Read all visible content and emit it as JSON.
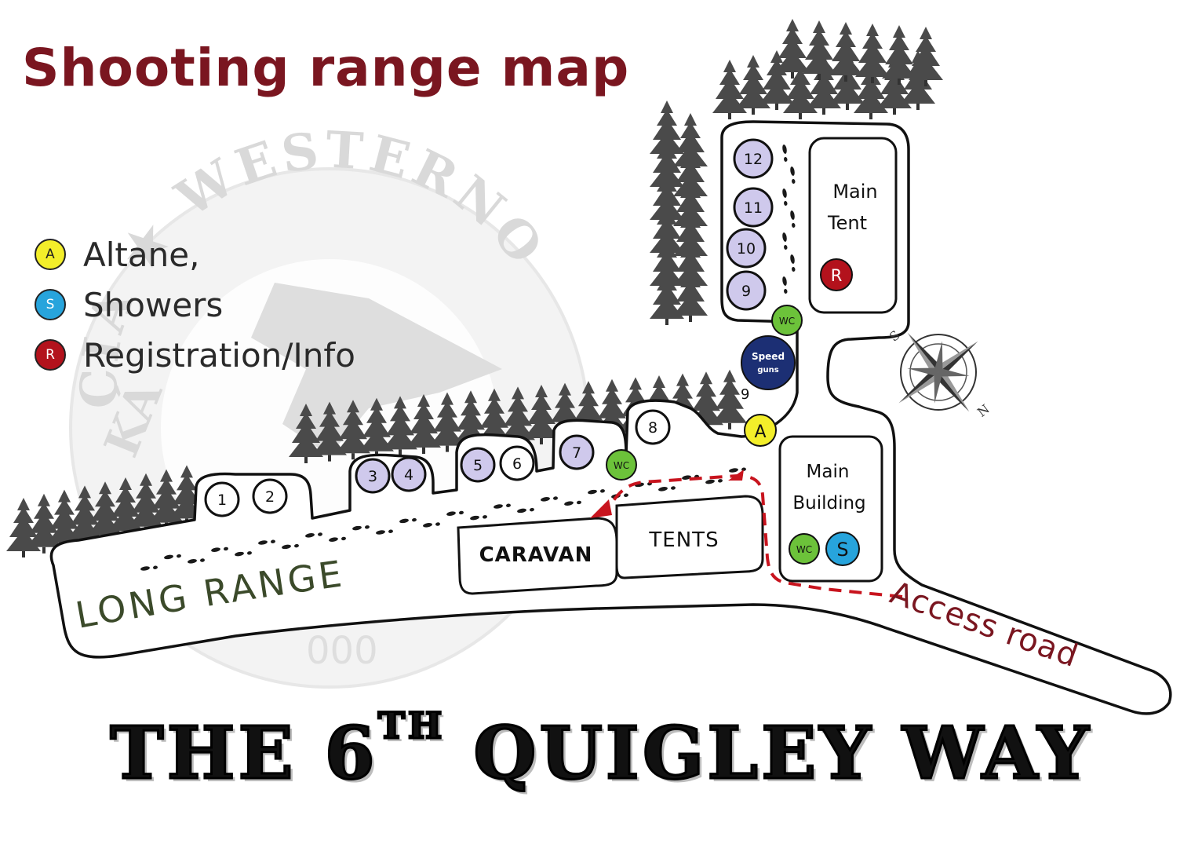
{
  "title": "Shooting range map",
  "legend": [
    {
      "marker": "A",
      "label": "Altane,",
      "color": "#f3ee2a",
      "text_color": "#222222"
    },
    {
      "marker": "S",
      "label": "Showers",
      "color": "#27a4dc",
      "text_color": "#ffffff"
    },
    {
      "marker": "R",
      "label": "Registration/Info",
      "color": "#b3121c",
      "text_color": "#ffffff"
    }
  ],
  "watermark": {
    "top": "CIA ★ WESTERNO",
    "left": "KÁ",
    "number": "000"
  },
  "stages": [
    "1",
    "2",
    "3",
    "4",
    "5",
    "6",
    "7",
    "8",
    "9",
    "10",
    "11",
    "12"
  ],
  "stage_nine_label": "9",
  "areas": {
    "main_tent": [
      "Main",
      "Tent"
    ],
    "main_building": [
      "Main",
      "Building"
    ],
    "caravan": "CARAVAN",
    "tents": "TENTS",
    "long_range": "LONG RANGE",
    "access_road": "Access road",
    "speed_guns": [
      "Speed",
      "guns"
    ]
  },
  "markers": {
    "wc": "WC",
    "showers": "S",
    "altane": "A",
    "registration": "R"
  },
  "compass": {
    "n": "N",
    "s": "S"
  },
  "colors": {
    "title": "#7a1620",
    "stage_fill": "#cfc9ec",
    "wc": "#6cc23a",
    "speed_guns": "#1c2f74",
    "access": "#c8141e"
  },
  "bottom_title": {
    "pre": "THE 6",
    "sup": "TH",
    "post": " QUIGLEY WAY"
  }
}
